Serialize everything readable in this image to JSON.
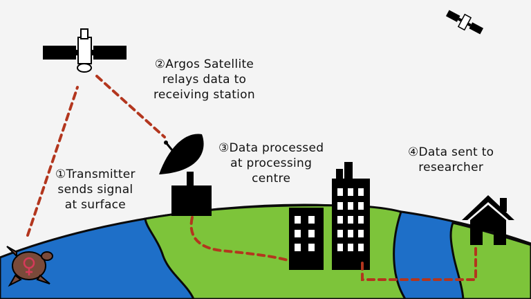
{
  "steps": [
    {
      "number": "①",
      "lines": [
        "Transmitter",
        "sends signal",
        "at surface"
      ]
    },
    {
      "number": "②",
      "lines": [
        "Argos Satellite",
        "relays data to",
        "receiving station"
      ]
    },
    {
      "number": "③",
      "lines": [
        "Data processed",
        "at processing",
        "centre"
      ]
    },
    {
      "number": "④",
      "lines": [
        "Data sent to",
        "researcher"
      ]
    }
  ],
  "colors": {
    "ocean": "#1e6fc8",
    "land": "#7dc43a",
    "signal_path": "#b3361e",
    "silhouette": "#000000",
    "background": "#f4f4f4"
  }
}
